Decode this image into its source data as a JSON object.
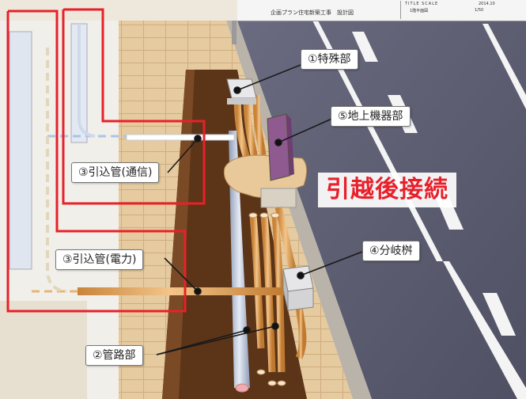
{
  "header": {
    "title": "企画プラン住宅新築工事　設計図",
    "scale_caption": "TITLE  SCALE",
    "scale_value": "1/50",
    "plan_name": "1階平面図",
    "date": "2014.10"
  },
  "labels": {
    "special": "①特殊部",
    "ground_equipment": "⑤地上機器部",
    "lead_in_comm": "③引込管(通信)",
    "lead_in_power": "③引込管(電力)",
    "branch_box": "④分岐桝",
    "conduit": "②管路部"
  },
  "annotation": "引越後接続",
  "colors": {
    "highlight": "#e8202a",
    "road": "#5b5c6f",
    "sidewalk": "#e3c79b",
    "trench": "#5c3417",
    "pipe": "#e2a65c"
  }
}
